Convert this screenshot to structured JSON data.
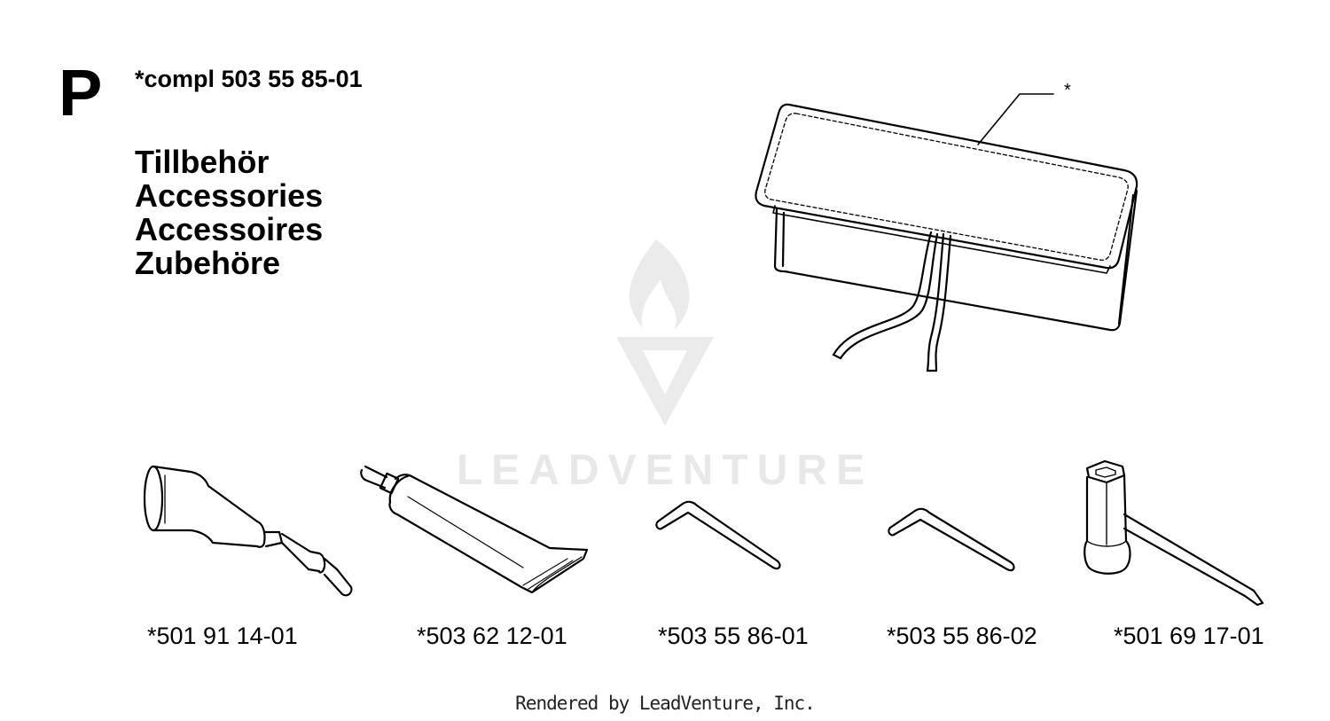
{
  "header": {
    "section_letter": "P",
    "kit_number": "*compl 503 55 85-01",
    "titles": [
      "Tillbehör",
      "Accessories",
      "Accessoires",
      "Zubehöre"
    ]
  },
  "callout": {
    "marker": "*"
  },
  "parts": [
    {
      "name": "grease-gun",
      "number": "*501 91 14-01"
    },
    {
      "name": "grease-tube",
      "number": "*503 62 12-01"
    },
    {
      "name": "hex-key-1",
      "number": "*503 55 86-01"
    },
    {
      "name": "hex-key-2",
      "number": "*503 55 86-02"
    },
    {
      "name": "combination-spanner",
      "number": "*501 69 17-01"
    }
  ],
  "watermark": {
    "text": "LEADVENTURE"
  },
  "footer": {
    "credit": "Rendered by LeadVenture, Inc."
  },
  "colors": {
    "ink": "#000000",
    "watermark": "#d9d9d9"
  }
}
